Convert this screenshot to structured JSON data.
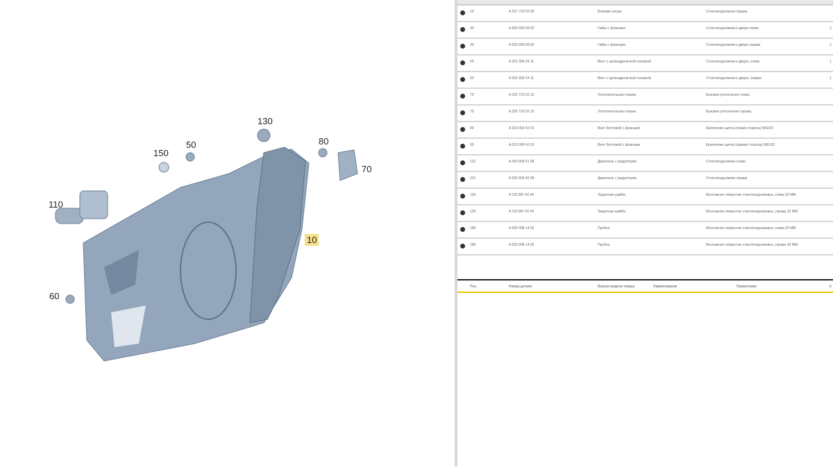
{
  "diagram": {
    "callouts": [
      "130",
      "50",
      "150",
      "80",
      "70",
      "110",
      "10",
      "60"
    ]
  },
  "table": {
    "rows": [
      {
        "pos": "10",
        "part": "A 297 720 02 00",
        "name": "Боковая опора",
        "note": "Стеклоподъемник справа",
        "qty": ""
      },
      {
        "pos": "30",
        "part": "A 000 990 99 00",
        "name": "Гайка с фланцем",
        "note": "Стеклоподъемник к двери слева",
        "qty": "2"
      },
      {
        "pos": "30",
        "part": "A 000 990 99 00",
        "name": "Гайка с фланцем",
        "note": "Стеклоподъемник к двери справа",
        "qty": "2"
      },
      {
        "pos": "60",
        "part": "A 001 990 24 11",
        "name": "Винт с цилиндрической головкой",
        "note": "Стеклоподъемник к двери, слева",
        "qty": "1"
      },
      {
        "pos": "60",
        "part": "A 001 990 24 11",
        "name": "Винт с цилиндрической головкой",
        "note": "Стеклоподъемник к двери, справа",
        "qty": "1"
      },
      {
        "pos": "70",
        "part": "A 205 720 02 10",
        "name": "Уплотнительная планка",
        "note": "Боковое уплотнение слева",
        "qty": ""
      },
      {
        "pos": "70",
        "part": "A 205 720 02 10",
        "name": "Уплотнительная планка",
        "note": "Боковое уплотнение справа",
        "qty": ""
      },
      {
        "pos": "90",
        "part": "A 019 990 42 01",
        "name": "Винт болтовой с фланцем",
        "note": "Крепление щитка (левая сторона) M6X20",
        "qty": ""
      },
      {
        "pos": "90",
        "part": "A 019 990 42 01",
        "name": "Винт болтовой с фланцем",
        "note": "Крепление щитка (правая сторона) M6X20",
        "qty": ""
      },
      {
        "pos": "110",
        "part": "A 000 906 51 08",
        "name": "Двигатель с редуктором",
        "note": "Стеклоподъемник слева",
        "qty": ""
      },
      {
        "pos": "110",
        "part": "A 000 906 50 08",
        "name": "Двигатель с редуктором",
        "note": "Стеклоподъемник справа",
        "qty": ""
      },
      {
        "pos": "130",
        "part": "A 110 987 00 44",
        "name": "Защитная шайба",
        "note": "Монтажное отверстие стеклоподъемника, слева 32 MM",
        "qty": ""
      },
      {
        "pos": "130",
        "part": "A 110 987 00 44",
        "name": "Защитная шайба",
        "note": "Монтажное отверстие стеклоподъемника, справа 32 MM",
        "qty": ""
      },
      {
        "pos": "180",
        "part": "A 000 998 14 00",
        "name": "Пробка",
        "note": "Монтажное отверстие стеклоподъемника, слева 20 MM",
        "qty": ""
      },
      {
        "pos": "180",
        "part": "A 000 998 14 00",
        "name": "Пробка",
        "note": "Монтажное отверстие стеклоподъемника, справа 20 MM",
        "qty": ""
      }
    ],
    "headers": [
      "Поз.",
      "Номер детали",
      "Версия модели товара",
      "Наименование",
      "Примечание",
      "К"
    ]
  }
}
